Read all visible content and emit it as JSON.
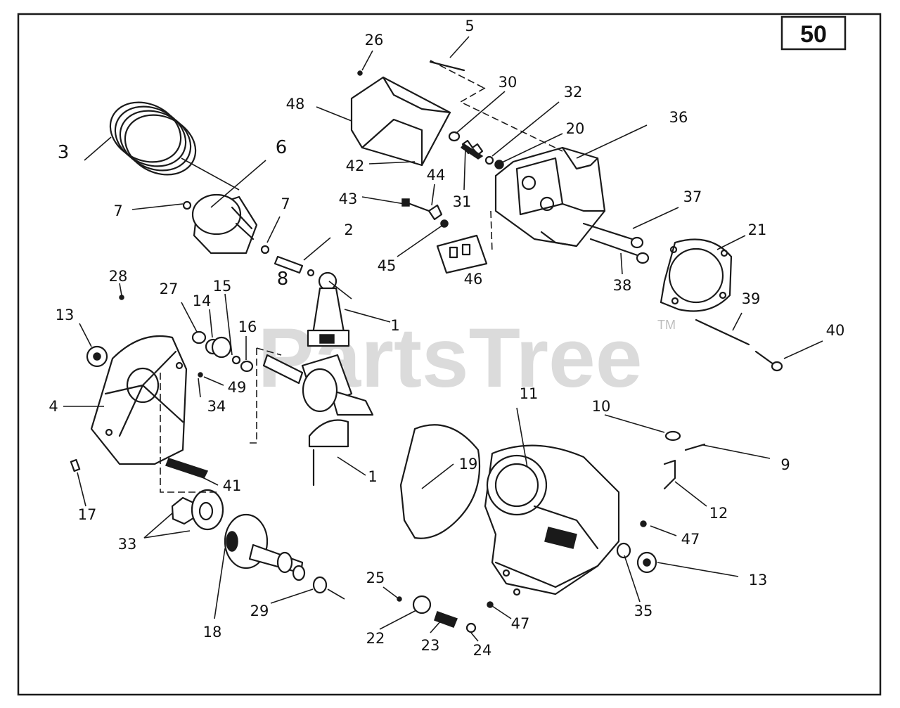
{
  "page_number": "50",
  "watermark": {
    "text": "PartsTree",
    "tm": "TM"
  },
  "callouts": [
    {
      "key": "c5",
      "label": "5"
    },
    {
      "key": "c26",
      "label": "26"
    },
    {
      "key": "c30",
      "label": "30"
    },
    {
      "key": "c32",
      "label": "32"
    },
    {
      "key": "c48",
      "label": "48"
    },
    {
      "key": "c20",
      "label": "20"
    },
    {
      "key": "c36",
      "label": "36"
    },
    {
      "key": "c3",
      "label": "3"
    },
    {
      "key": "c6",
      "label": "6"
    },
    {
      "key": "c42",
      "label": "42"
    },
    {
      "key": "c44",
      "label": "44"
    },
    {
      "key": "c43",
      "label": "43"
    },
    {
      "key": "c31",
      "label": "31"
    },
    {
      "key": "c37",
      "label": "37"
    },
    {
      "key": "c7a",
      "label": "7"
    },
    {
      "key": "c7b",
      "label": "7"
    },
    {
      "key": "c2",
      "label": "2"
    },
    {
      "key": "c21",
      "label": "21"
    },
    {
      "key": "c45",
      "label": "45"
    },
    {
      "key": "c8",
      "label": "8"
    },
    {
      "key": "c46",
      "label": "46"
    },
    {
      "key": "c38",
      "label": "38"
    },
    {
      "key": "c28",
      "label": "28"
    },
    {
      "key": "c27",
      "label": "27"
    },
    {
      "key": "c14",
      "label": "14"
    },
    {
      "key": "c15",
      "label": "15"
    },
    {
      "key": "c39",
      "label": "39"
    },
    {
      "key": "c13a",
      "label": "13"
    },
    {
      "key": "c16",
      "label": "16"
    },
    {
      "key": "c1a",
      "label": "1"
    },
    {
      "key": "c40",
      "label": "40"
    },
    {
      "key": "c49",
      "label": "49"
    },
    {
      "key": "c11",
      "label": "11"
    },
    {
      "key": "c4",
      "label": "4"
    },
    {
      "key": "c34",
      "label": "34"
    },
    {
      "key": "c10",
      "label": "10"
    },
    {
      "key": "c9",
      "label": "9"
    },
    {
      "key": "c19",
      "label": "19"
    },
    {
      "key": "c1b",
      "label": "1"
    },
    {
      "key": "c41",
      "label": "41"
    },
    {
      "key": "c12",
      "label": "12"
    },
    {
      "key": "c17",
      "label": "17"
    },
    {
      "key": "c33",
      "label": "33"
    },
    {
      "key": "c47a",
      "label": "47"
    },
    {
      "key": "c13b",
      "label": "13"
    },
    {
      "key": "c25",
      "label": "25"
    },
    {
      "key": "c35",
      "label": "35"
    },
    {
      "key": "c29",
      "label": "29"
    },
    {
      "key": "c47b",
      "label": "47"
    },
    {
      "key": "c18",
      "label": "18"
    },
    {
      "key": "c22",
      "label": "22"
    },
    {
      "key": "c23",
      "label": "23"
    },
    {
      "key": "c24",
      "label": "24"
    }
  ]
}
